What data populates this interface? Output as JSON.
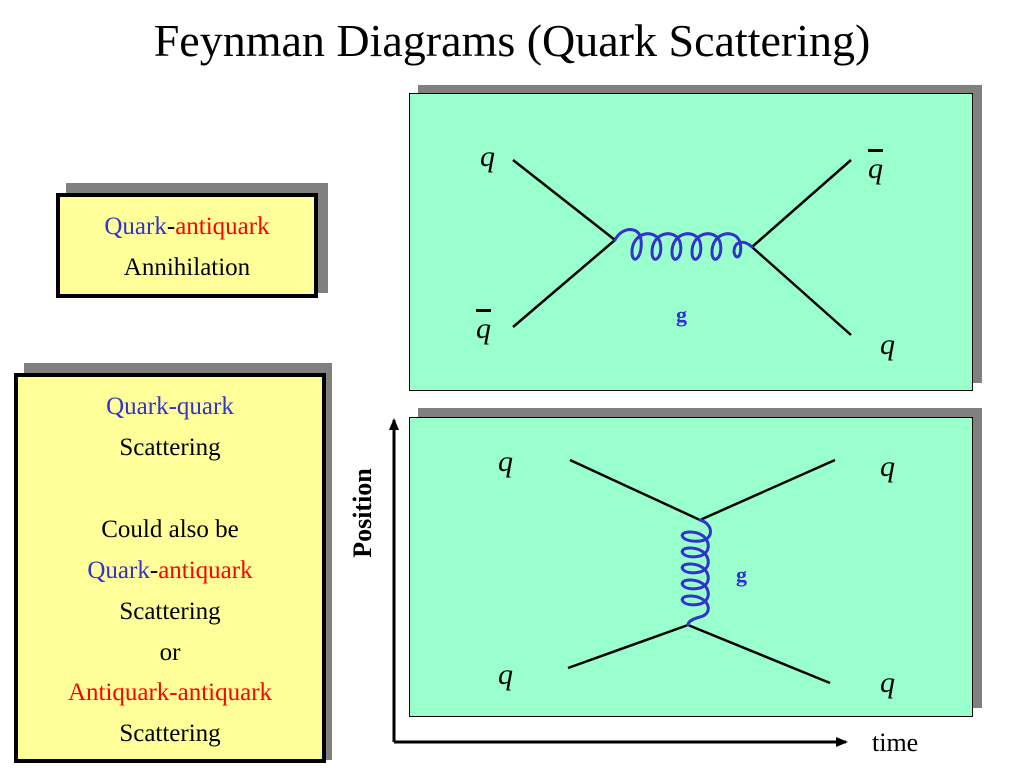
{
  "title": "Feynman Diagrams (Quark Scattering)",
  "box_annihilation": {
    "line1_a": "Quark",
    "line1_b": "-",
    "line1_c": "antiquark",
    "line2": "Annihilation"
  },
  "box_scattering": {
    "line1": "Quark-quark",
    "line2": "Scattering",
    "line3": "Could also be",
    "line4_a": "Quark",
    "line4_b": "-",
    "line4_c": "antiquark",
    "line5": "Scattering",
    "line6": "or",
    "line7": "Antiquark-antiquark",
    "line8": "Scattering"
  },
  "diagram_top": {
    "in_upper": "q",
    "in_lower": "q",
    "out_upper": "q",
    "out_lower": "q",
    "gluon": "g"
  },
  "diagram_bottom": {
    "in_upper": "q",
    "in_lower": "q",
    "out_upper": "q",
    "out_lower": "q",
    "gluon": "g"
  },
  "axes": {
    "x_label": "time",
    "y_label": "Position"
  },
  "colors": {
    "quark": "#3333cc",
    "antiquark": "#ff0000",
    "panel": "#99ffcc",
    "note": "#ffff99"
  }
}
